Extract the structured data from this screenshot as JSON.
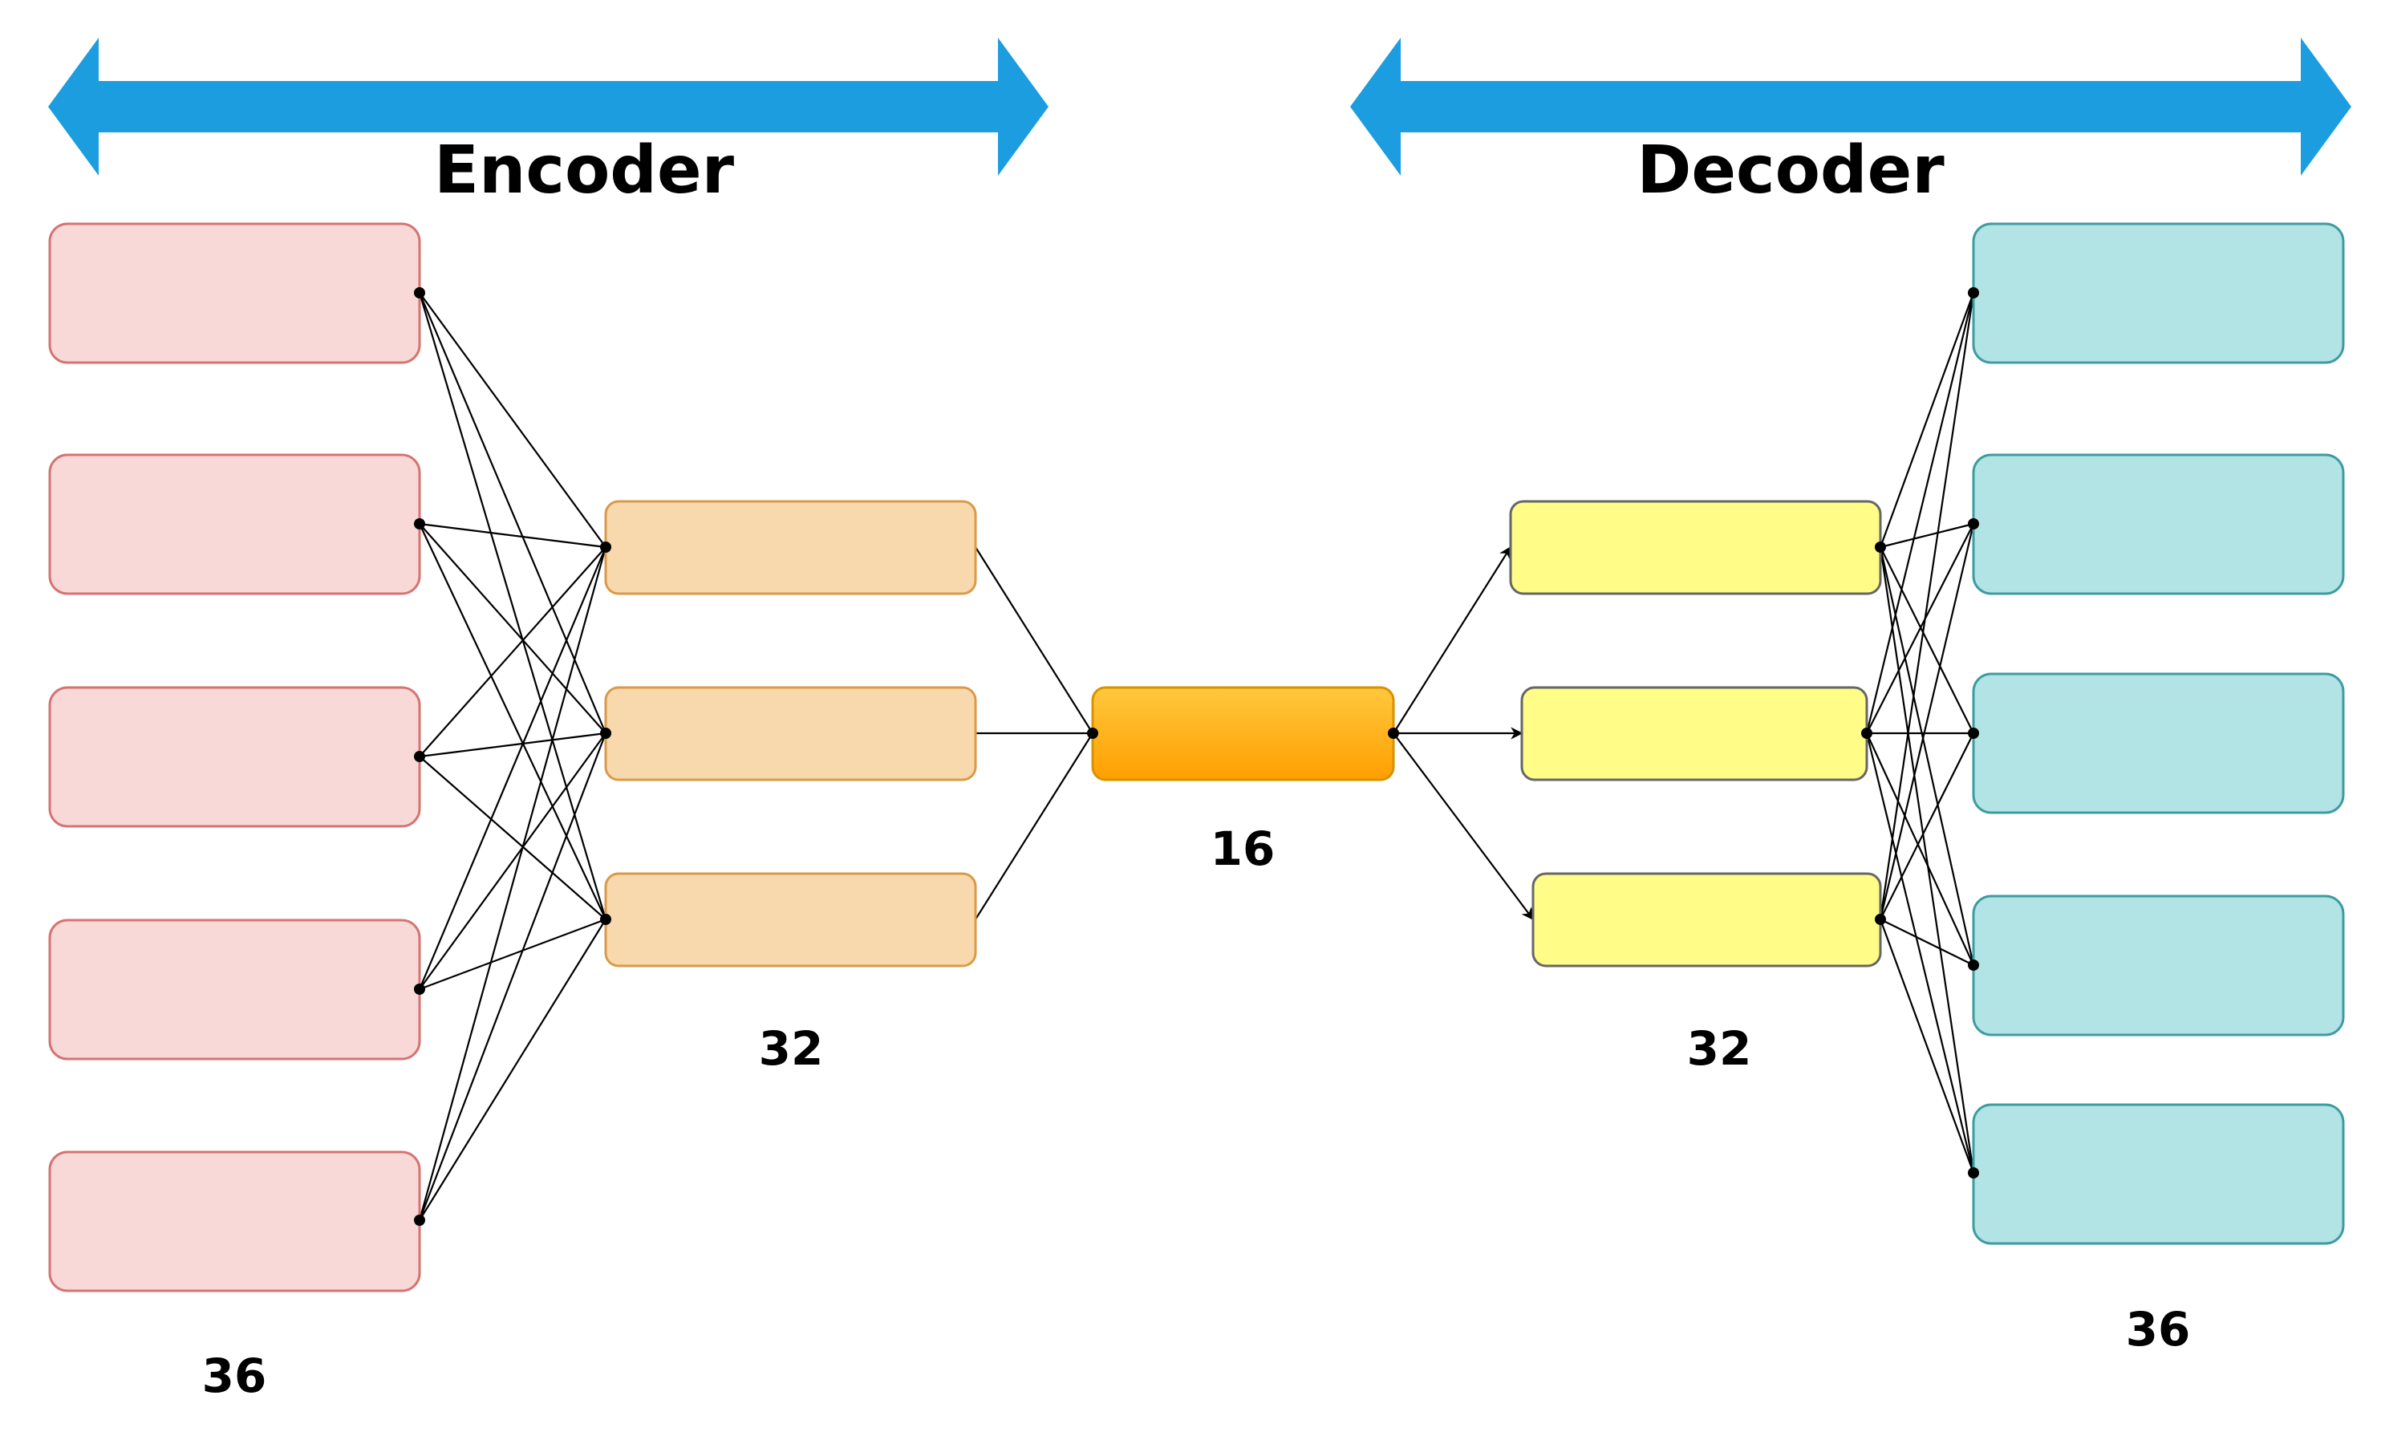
{
  "encoder": {
    "label": "Encoder"
  },
  "decoder": {
    "label": "Decoder"
  },
  "layers": {
    "input": {
      "size_label": "36",
      "node_count": 5
    },
    "enc_hidden": {
      "size_label": "32",
      "node_count": 3
    },
    "bottleneck": {
      "size_label": "16",
      "node_count": 1
    },
    "dec_hidden": {
      "size_label": "32",
      "node_count": 3
    },
    "output": {
      "size_label": "36",
      "node_count": 5
    }
  },
  "colors": {
    "arrow": "#1b9ddf",
    "input_fill": "#f9d9d7",
    "input_stroke": "#d47472",
    "enc_fill": "#f8d8ad",
    "enc_stroke": "#d99a4a",
    "bottleneck_top": "#ffc83d",
    "bottleneck_bottom": "#ff9f00",
    "bottleneck_stroke": "#d89200",
    "dec_fill": "#fffc88",
    "dec_stroke": "#666666",
    "output_fill": "#b2e3e5",
    "output_stroke": "#3e9ca1",
    "edge": "#000000"
  }
}
